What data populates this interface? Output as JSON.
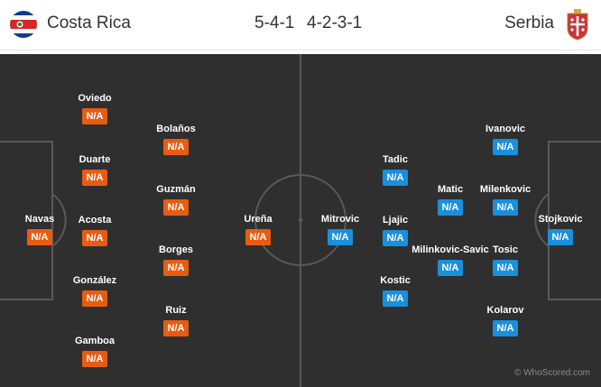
{
  "home": {
    "name": "Costa Rica",
    "formation": "5-4-1",
    "rating_color": "#e85c12",
    "flag_icon": "costa-rica-flag-icon",
    "players": [
      {
        "name": "Navas",
        "rating": "N/A"
      },
      {
        "name": "Oviedo",
        "rating": "N/A"
      },
      {
        "name": "Duarte",
        "rating": "N/A"
      },
      {
        "name": "Acosta",
        "rating": "N/A"
      },
      {
        "name": "González",
        "rating": "N/A"
      },
      {
        "name": "Gamboa",
        "rating": "N/A"
      },
      {
        "name": "Bolaños",
        "rating": "N/A"
      },
      {
        "name": "Guzmán",
        "rating": "N/A"
      },
      {
        "name": "Borges",
        "rating": "N/A"
      },
      {
        "name": "Ruiz",
        "rating": "N/A"
      },
      {
        "name": "Ureña",
        "rating": "N/A"
      }
    ]
  },
  "away": {
    "name": "Serbia",
    "formation": "4-2-3-1",
    "rating_color": "#1a8fdc",
    "flag_icon": "serbia-crest-icon",
    "players": [
      {
        "name": "Stojkovic",
        "rating": "N/A"
      },
      {
        "name": "Ivanovic",
        "rating": "N/A"
      },
      {
        "name": "Milenkovic",
        "rating": "N/A"
      },
      {
        "name": "Tosic",
        "rating": "N/A"
      },
      {
        "name": "Kolarov",
        "rating": "N/A"
      },
      {
        "name": "Matic",
        "rating": "N/A"
      },
      {
        "name": "Milinkovic-Savic",
        "rating": "N/A"
      },
      {
        "name": "Tadic",
        "rating": "N/A"
      },
      {
        "name": "Ljajic",
        "rating": "N/A"
      },
      {
        "name": "Kostic",
        "rating": "N/A"
      },
      {
        "name": "Mitrovic",
        "rating": "N/A"
      }
    ]
  },
  "pitch_color": "#2f2f2f",
  "watermark": "© WhoScored.com"
}
